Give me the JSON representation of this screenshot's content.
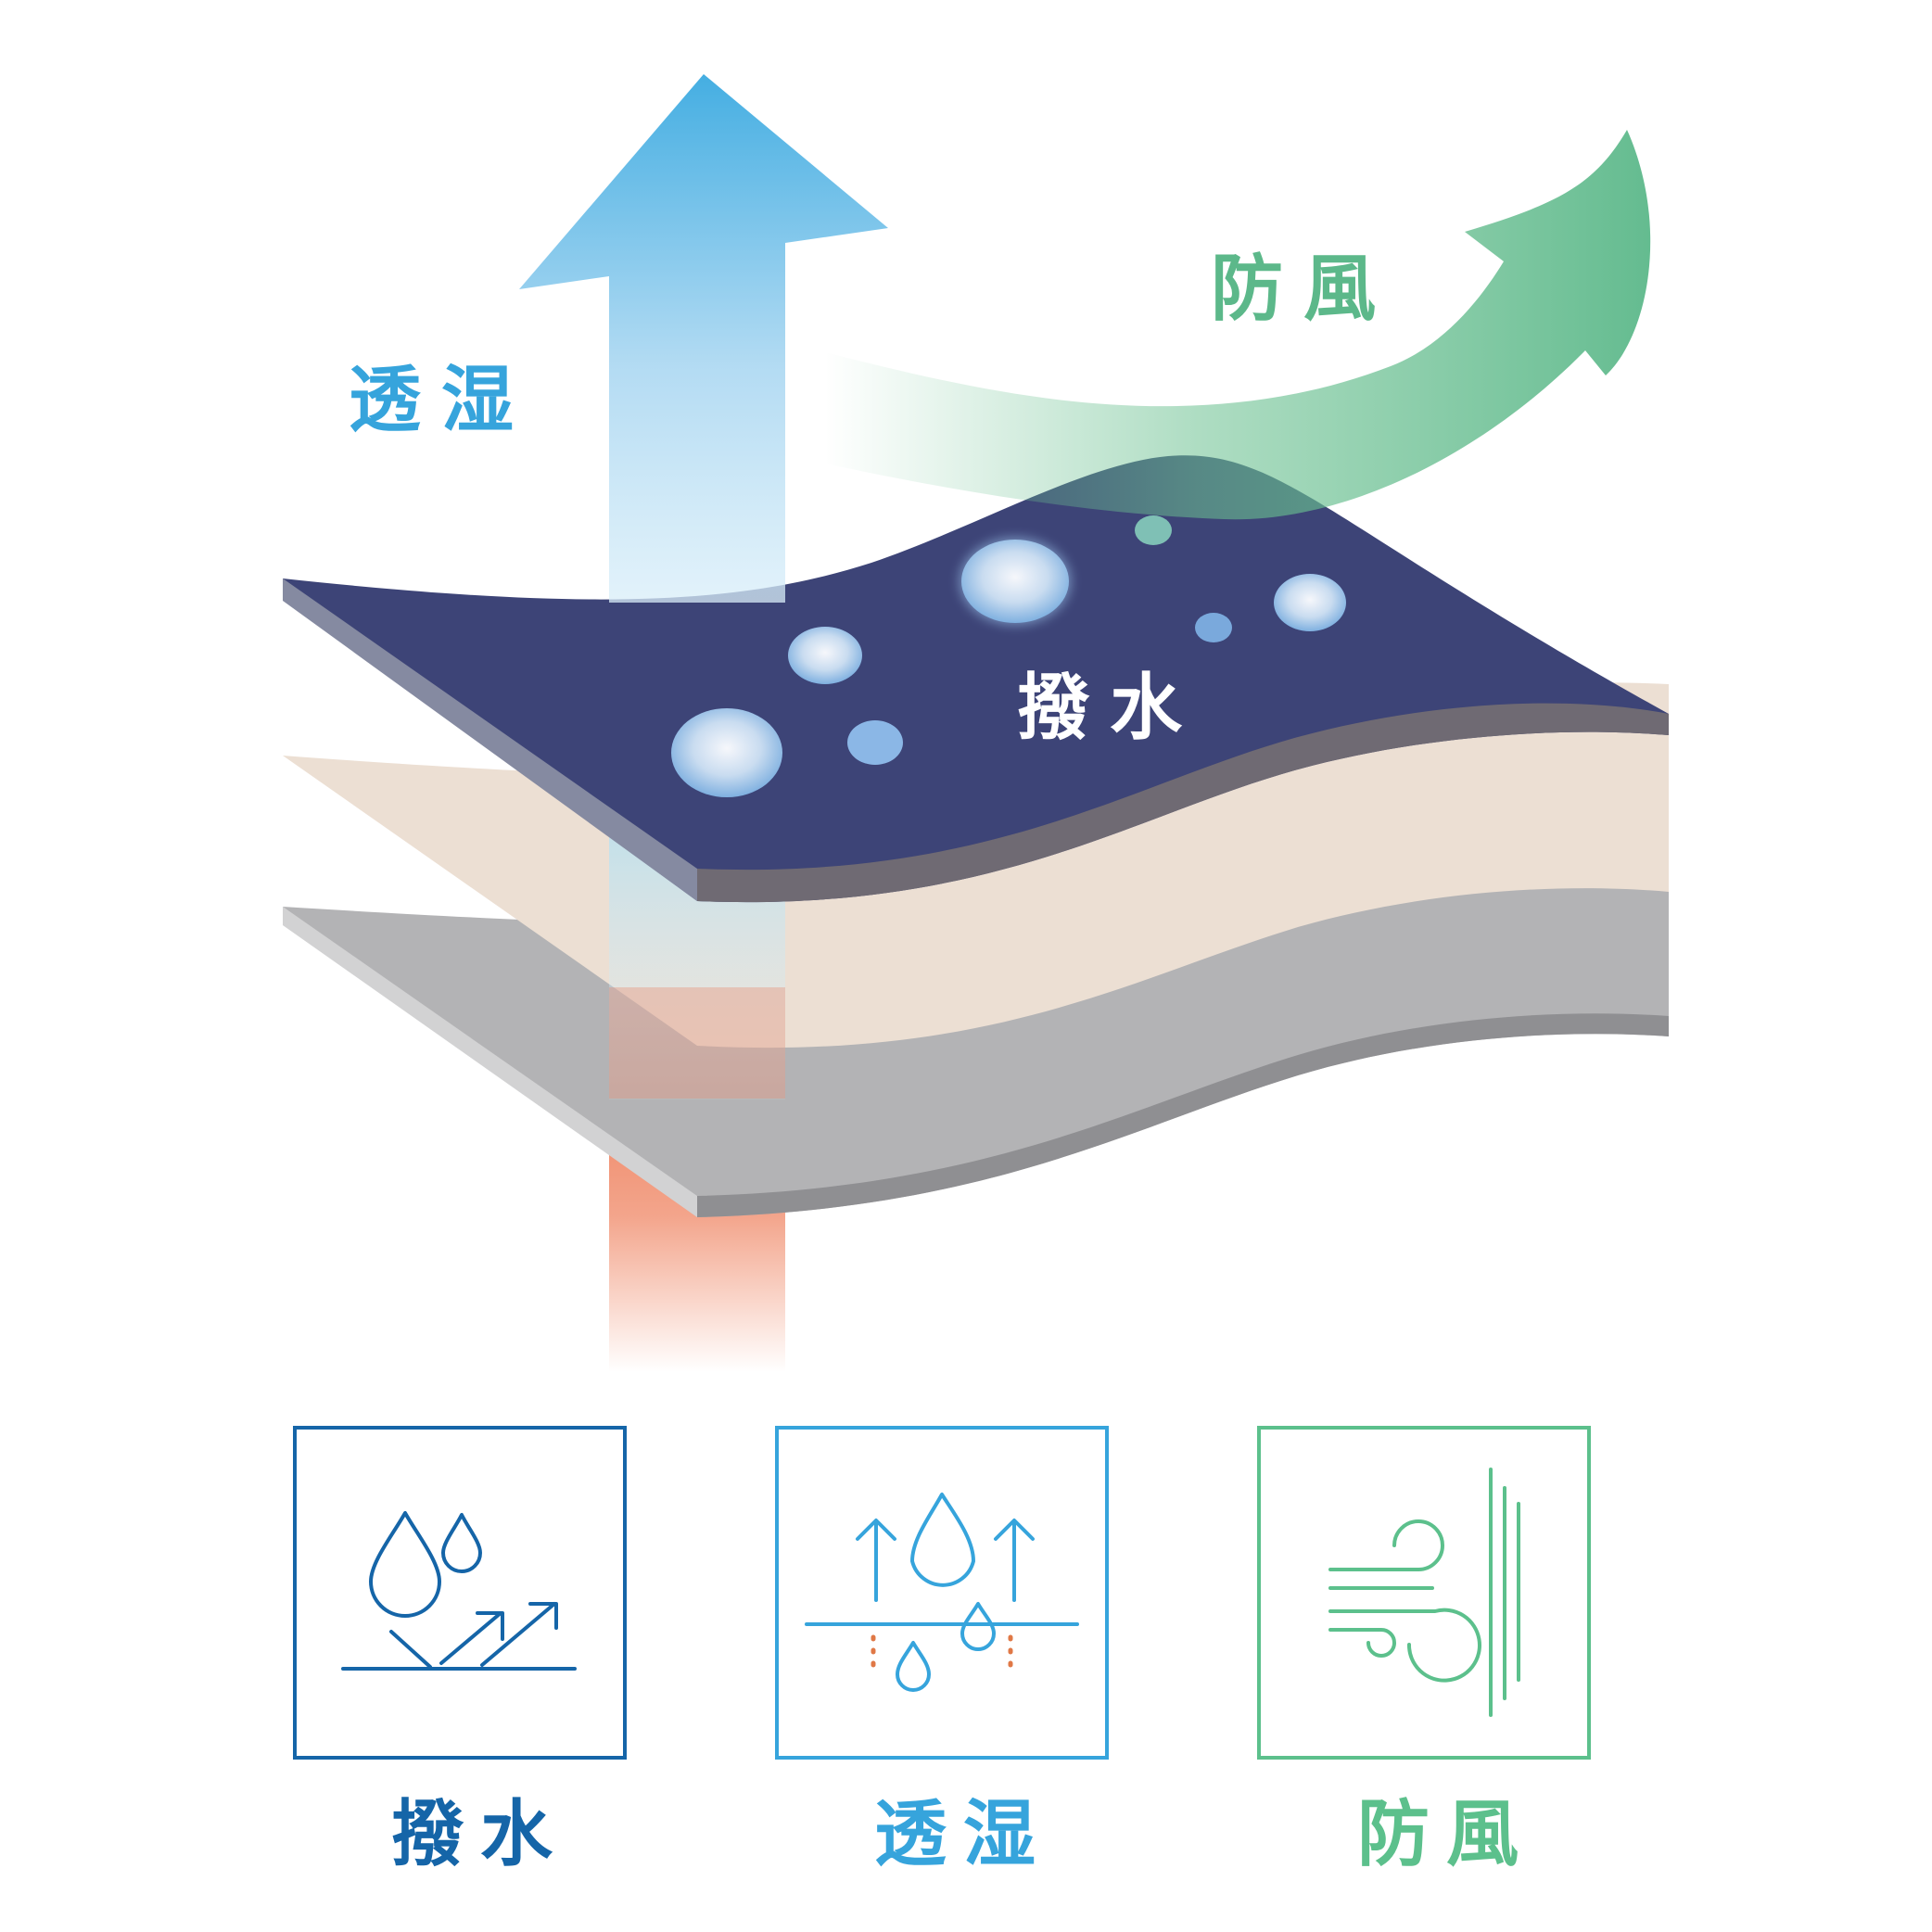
{
  "labels": {
    "breathable": "透湿",
    "windproof": "防風",
    "water_repellent": "撥水"
  },
  "features": [
    {
      "id": "water-repellent",
      "label": "撥水",
      "icon": "water-repellent-icon",
      "color": "#1565a8"
    },
    {
      "id": "breathable",
      "label": "透湿",
      "icon": "breathable-icon",
      "color": "#36a4dc"
    },
    {
      "id": "windproof",
      "label": "防風",
      "icon": "windproof-icon",
      "color": "#5cc08c"
    }
  ],
  "colors": {
    "breathable": "#36a4dc",
    "windproof": "#5cb88a",
    "water_repellent_text": "#ffffff",
    "outer_layer": "#3d4477",
    "membrane_layer": "#ecdfd3",
    "lining_layer": "#b3b3b5",
    "heat": "#ee7e5a"
  }
}
